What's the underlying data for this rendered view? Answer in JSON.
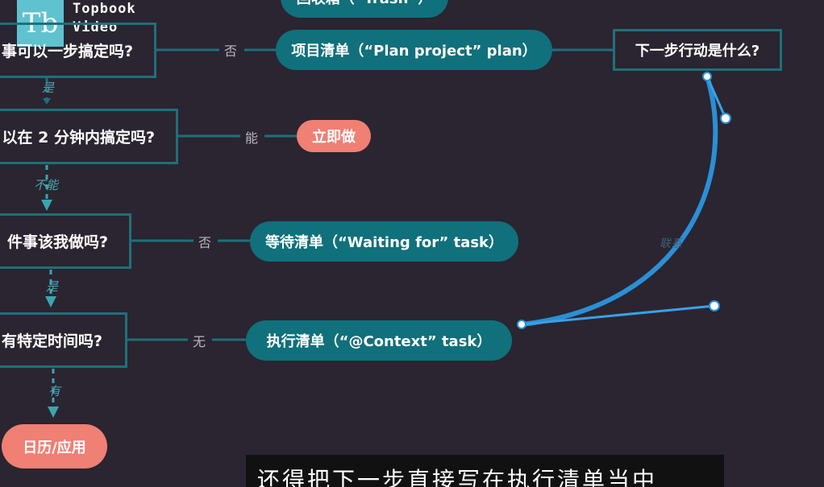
{
  "brand": {
    "logo": "Tb",
    "line1": "Topbook",
    "line2": "Video"
  },
  "nodes": {
    "trash": "回收箱（“Trash”）",
    "q_one_step": "事可以一步搞定吗?",
    "plan": "项目清单（“Plan project” plan）",
    "next_action": "下一步行动是什么?",
    "q_two_min": "以在 2 分钟内搞定吗?",
    "do_now": "立即做",
    "q_should_i": "件事该我做吗?",
    "waiting": "等待清单（“Waiting for” task）",
    "q_time": "有特定时间吗?",
    "context": "执行清单（“@Context” task）",
    "calendar": "日历/应用"
  },
  "edge_labels": {
    "no1": "否",
    "yes1": "是",
    "can": "能",
    "cannot": "不能",
    "no2": "否",
    "yes2": "是",
    "none": "无",
    "has": "有",
    "curve": "联系"
  },
  "subtitle": "还得把下一步直接写在执行清单当中"
}
